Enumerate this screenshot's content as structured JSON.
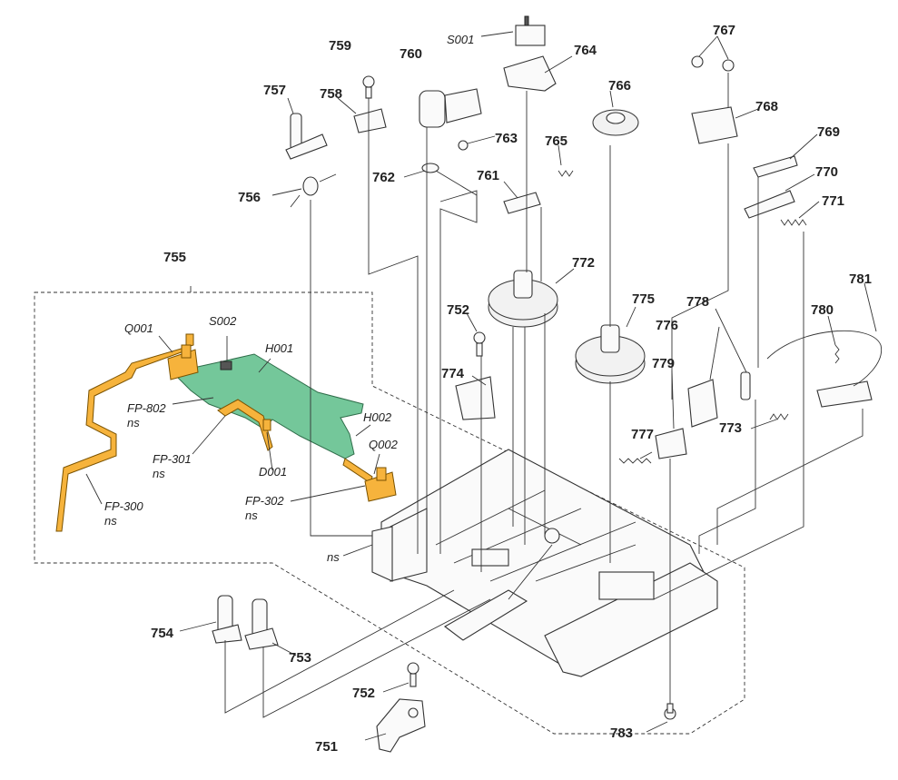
{
  "colors": {
    "flex": "#f6b33c",
    "pcb": "#74c79a",
    "line": "#333333"
  },
  "labels": {
    "p751": "751",
    "p752a": "752",
    "p752b": "752",
    "p753": "753",
    "p754": "754",
    "p755": "755",
    "p756": "756",
    "p757": "757",
    "p758": "758",
    "p759": "759",
    "p760": "760",
    "p761": "761",
    "p762": "762",
    "p763": "763",
    "p764": "764",
    "p765": "765",
    "p766": "766",
    "p767": "767",
    "p768": "768",
    "p769": "769",
    "p770": "770",
    "p771": "771",
    "p772": "772",
    "p773": "773",
    "p774": "774",
    "p775": "775",
    "p776": "776",
    "p777": "777",
    "p778": "778",
    "p779": "779",
    "p780": "780",
    "p781": "781",
    "p783": "783"
  },
  "refs": {
    "s001": "S001",
    "q001": "Q001",
    "s002": "S002",
    "h001": "H001",
    "h002": "H002",
    "q002": "Q002",
    "fp802": "FP-802",
    "ns1": "ns",
    "fp301": "FP-301",
    "ns2": "ns",
    "d001": "D001",
    "fp302": "FP-302",
    "ns3": "ns",
    "fp300": "FP-300",
    "ns4": "ns",
    "ns5": "ns"
  }
}
